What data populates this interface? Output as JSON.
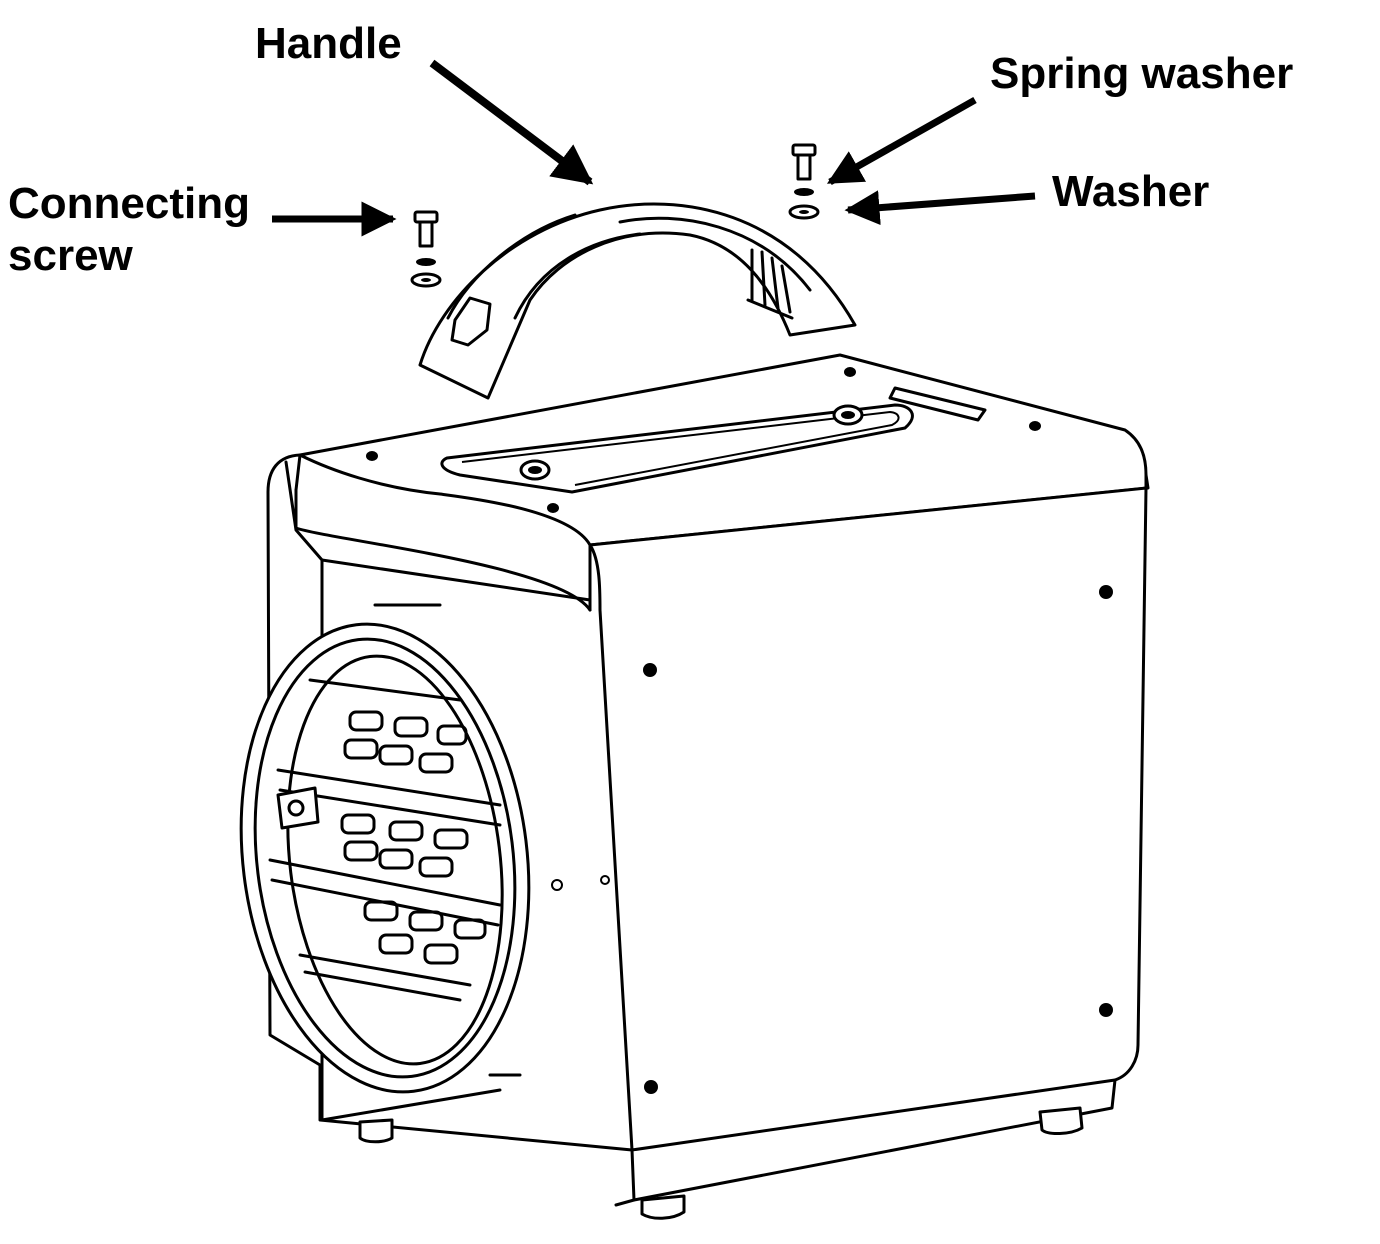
{
  "labels": {
    "handle": "Handle",
    "spring_washer": "Spring washer",
    "washer": "Washer",
    "connecting_screw_line1": "Connecting",
    "connecting_screw_line2": "screw"
  },
  "colors": {
    "line": "#000000",
    "background": "#ffffff"
  }
}
